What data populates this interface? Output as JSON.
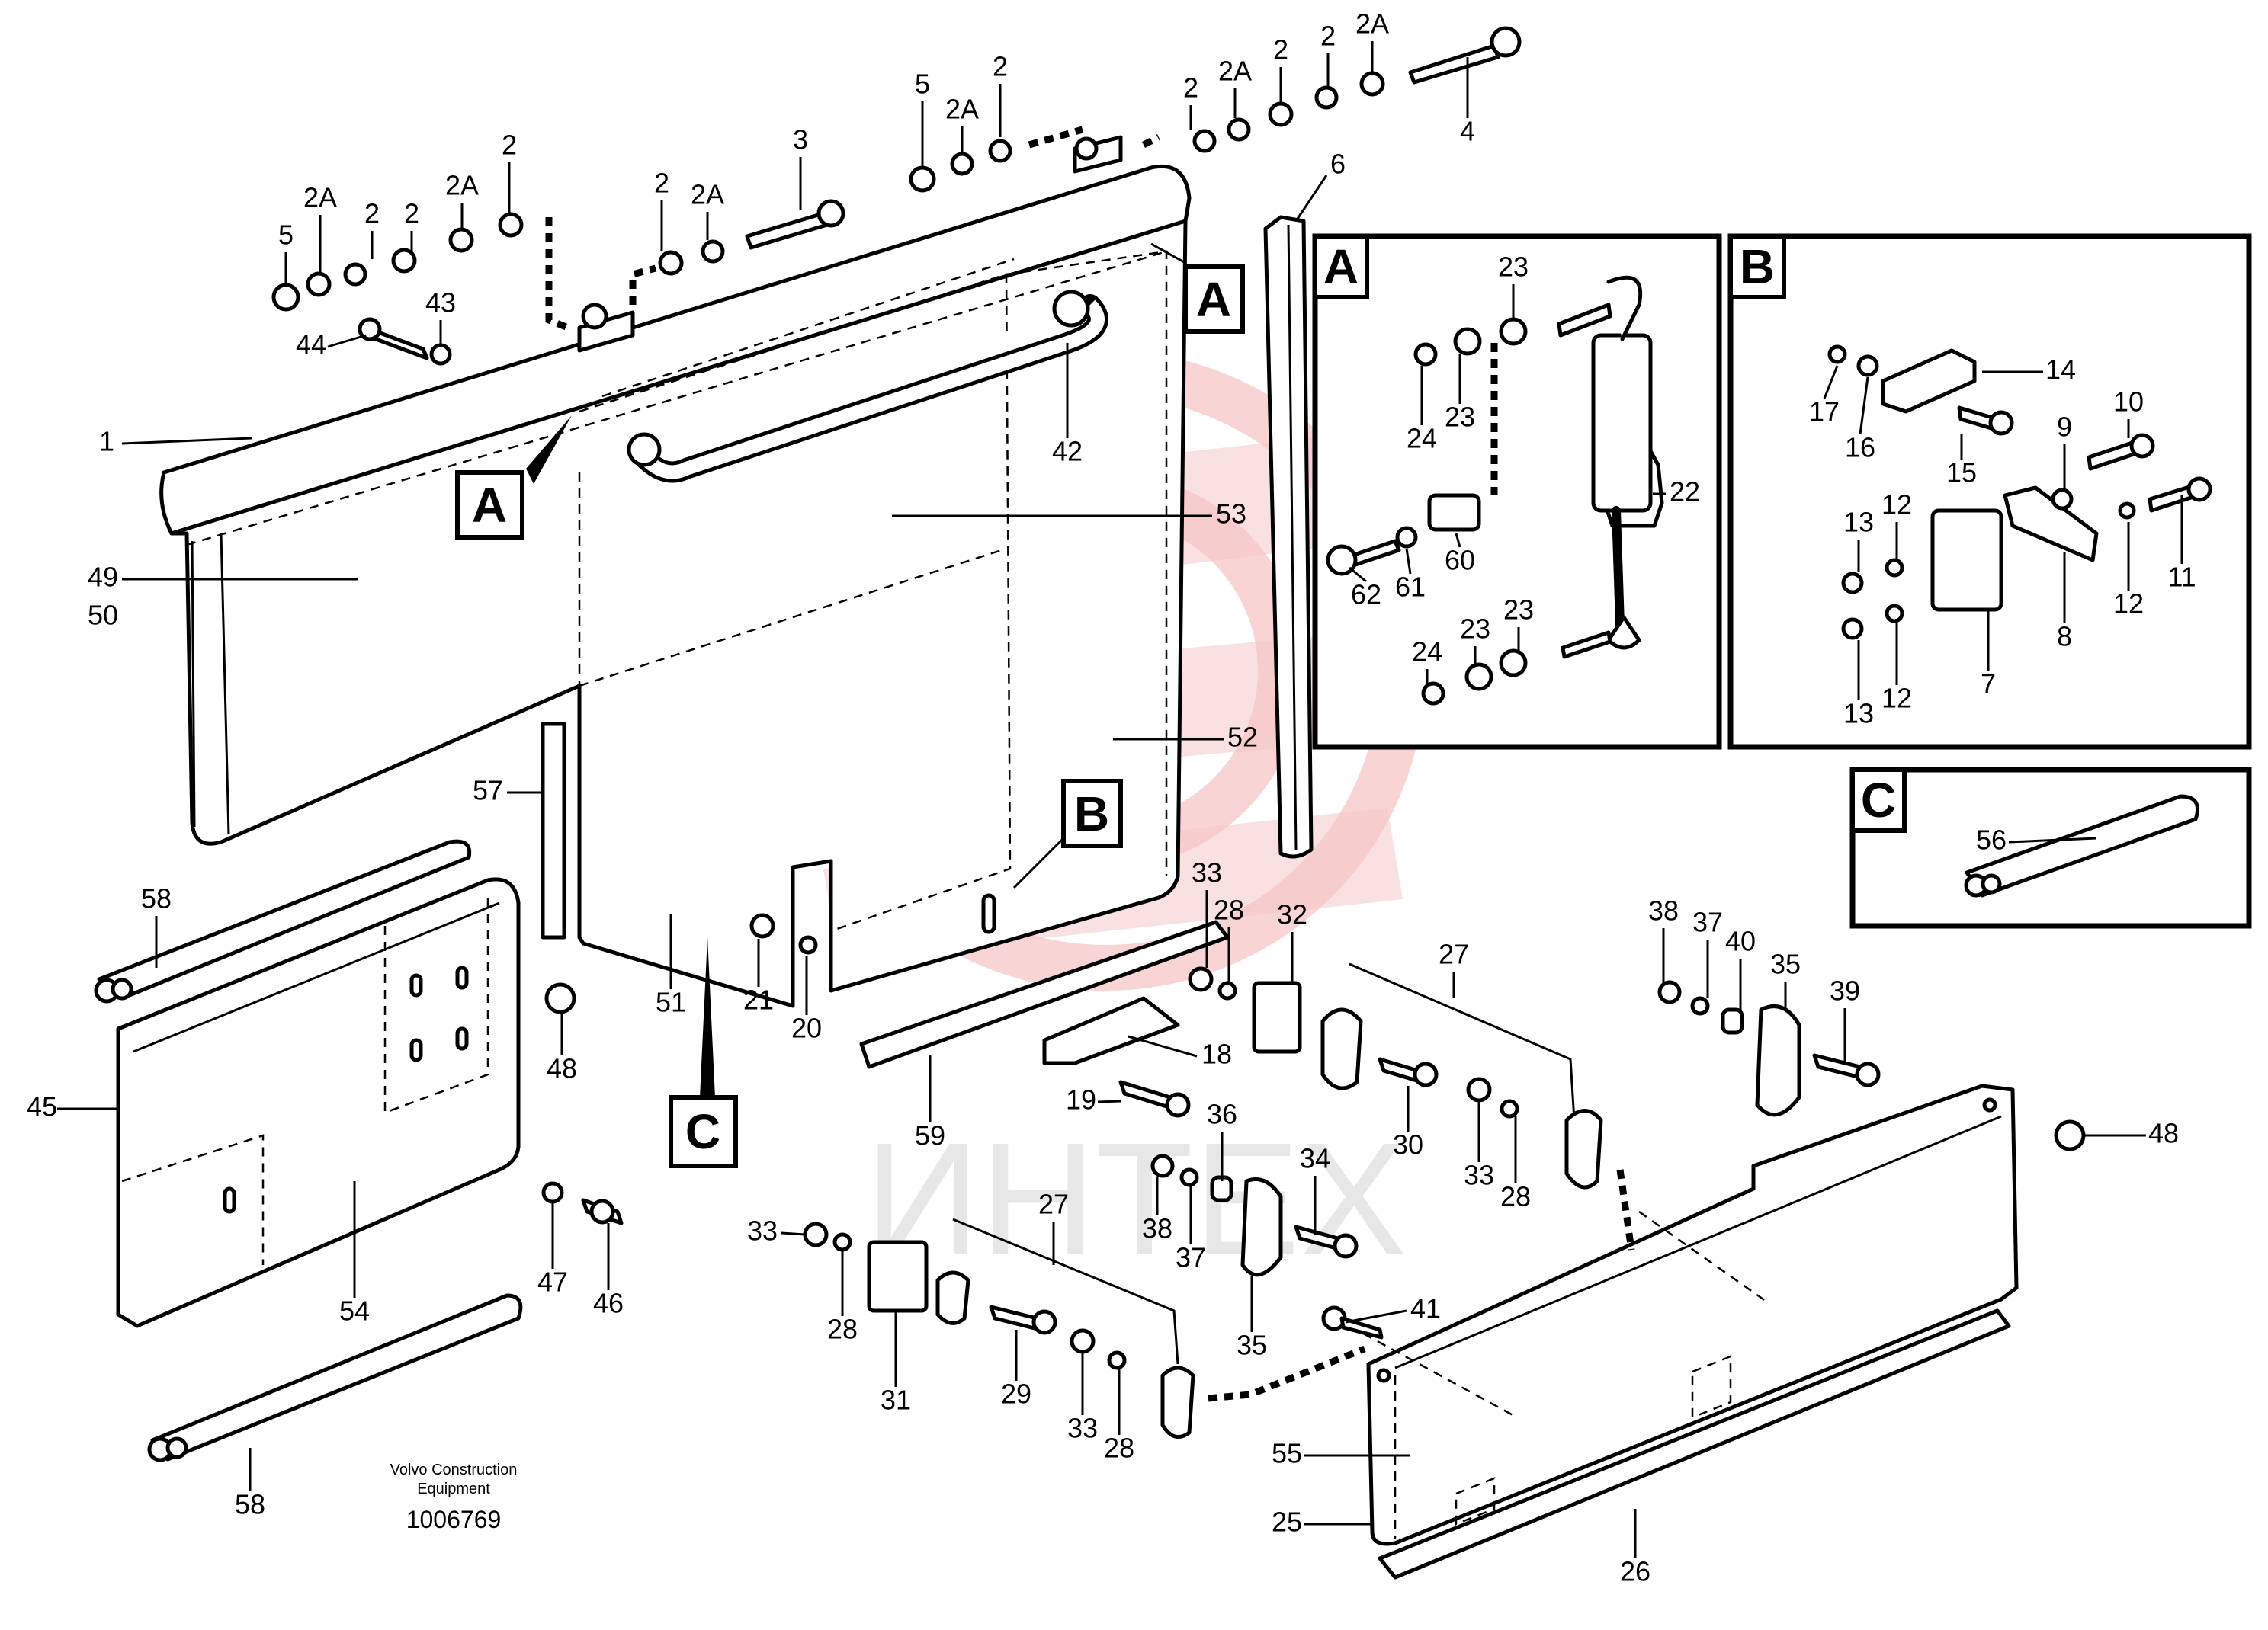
{
  "watermark": {
    "text": "ИНТЕХ",
    "color": "#f3b0b0"
  },
  "credit": {
    "line1": "Volvo Construction",
    "line2": "Equipment",
    "doc_number": "1006769"
  },
  "views": {
    "A": {
      "letter": "A"
    },
    "B": {
      "letter": "B"
    },
    "C": {
      "letter": "C"
    }
  },
  "callouts": [
    {
      "id": "c1",
      "text": "1"
    },
    {
      "id": "c2a",
      "text": "2"
    },
    {
      "id": "c2b",
      "text": "2"
    },
    {
      "id": "c2c",
      "text": "2"
    },
    {
      "id": "c2d",
      "text": "2"
    },
    {
      "id": "c2e",
      "text": "2"
    },
    {
      "id": "c2f",
      "text": "2"
    },
    {
      "id": "c2g",
      "text": "2"
    },
    {
      "id": "c2h",
      "text": "2"
    },
    {
      "id": "c2A1",
      "text": "2A"
    },
    {
      "id": "c2A2",
      "text": "2A"
    },
    {
      "id": "c2A3",
      "text": "2A"
    },
    {
      "id": "c2A4",
      "text": "2A"
    },
    {
      "id": "c2A5",
      "text": "2A"
    },
    {
      "id": "c2A6",
      "text": "2A"
    },
    {
      "id": "c3",
      "text": "3"
    },
    {
      "id": "c4",
      "text": "4"
    },
    {
      "id": "c5a",
      "text": "5"
    },
    {
      "id": "c5b",
      "text": "5"
    },
    {
      "id": "c6",
      "text": "6"
    },
    {
      "id": "c7",
      "text": "7"
    },
    {
      "id": "c8",
      "text": "8"
    },
    {
      "id": "c9",
      "text": "9"
    },
    {
      "id": "c10",
      "text": "10"
    },
    {
      "id": "c11",
      "text": "11"
    },
    {
      "id": "c12a",
      "text": "12"
    },
    {
      "id": "c12b",
      "text": "12"
    },
    {
      "id": "c12c",
      "text": "12"
    },
    {
      "id": "c13a",
      "text": "13"
    },
    {
      "id": "c13b",
      "text": "13"
    },
    {
      "id": "c14",
      "text": "14"
    },
    {
      "id": "c15",
      "text": "15"
    },
    {
      "id": "c16",
      "text": "16"
    },
    {
      "id": "c17",
      "text": "17"
    },
    {
      "id": "c18",
      "text": "18"
    },
    {
      "id": "c19",
      "text": "19"
    },
    {
      "id": "c20",
      "text": "20"
    },
    {
      "id": "c21",
      "text": "21"
    },
    {
      "id": "c22",
      "text": "22"
    },
    {
      "id": "c23a",
      "text": "23"
    },
    {
      "id": "c23b",
      "text": "23"
    },
    {
      "id": "c23c",
      "text": "23"
    },
    {
      "id": "c23d",
      "text": "23"
    },
    {
      "id": "c24a",
      "text": "24"
    },
    {
      "id": "c24b",
      "text": "24"
    },
    {
      "id": "c25",
      "text": "25"
    },
    {
      "id": "c26",
      "text": "26"
    },
    {
      "id": "c27a",
      "text": "27"
    },
    {
      "id": "c27b",
      "text": "27"
    },
    {
      "id": "c28a",
      "text": "28"
    },
    {
      "id": "c28b",
      "text": "28"
    },
    {
      "id": "c28c",
      "text": "28"
    },
    {
      "id": "c28d",
      "text": "28"
    },
    {
      "id": "c29",
      "text": "29"
    },
    {
      "id": "c30",
      "text": "30"
    },
    {
      "id": "c31",
      "text": "31"
    },
    {
      "id": "c32",
      "text": "32"
    },
    {
      "id": "c33a",
      "text": "33"
    },
    {
      "id": "c33b",
      "text": "33"
    },
    {
      "id": "c33c",
      "text": "33"
    },
    {
      "id": "c33d",
      "text": "33"
    },
    {
      "id": "c34",
      "text": "34"
    },
    {
      "id": "c35a",
      "text": "35"
    },
    {
      "id": "c35b",
      "text": "35"
    },
    {
      "id": "c36",
      "text": "36"
    },
    {
      "id": "c37a",
      "text": "37"
    },
    {
      "id": "c37b",
      "text": "37"
    },
    {
      "id": "c38a",
      "text": "38"
    },
    {
      "id": "c38b",
      "text": "38"
    },
    {
      "id": "c39",
      "text": "39"
    },
    {
      "id": "c40",
      "text": "40"
    },
    {
      "id": "c41",
      "text": "41"
    },
    {
      "id": "c42",
      "text": "42"
    },
    {
      "id": "c43",
      "text": "43"
    },
    {
      "id": "c44",
      "text": "44"
    },
    {
      "id": "c45",
      "text": "45"
    },
    {
      "id": "c46",
      "text": "46"
    },
    {
      "id": "c47",
      "text": "47"
    },
    {
      "id": "c48a",
      "text": "48"
    },
    {
      "id": "c48b",
      "text": "48"
    },
    {
      "id": "c49",
      "text": "49"
    },
    {
      "id": "c50",
      "text": "50"
    },
    {
      "id": "c51",
      "text": "51"
    },
    {
      "id": "c52",
      "text": "52"
    },
    {
      "id": "c53",
      "text": "53"
    },
    {
      "id": "c54",
      "text": "54"
    },
    {
      "id": "c55",
      "text": "55"
    },
    {
      "id": "c56",
      "text": "56"
    },
    {
      "id": "c57",
      "text": "57"
    },
    {
      "id": "c58a",
      "text": "58"
    },
    {
      "id": "c58b",
      "text": "58"
    },
    {
      "id": "c59",
      "text": "59"
    },
    {
      "id": "c60",
      "text": "60"
    },
    {
      "id": "c61",
      "text": "61"
    },
    {
      "id": "c62",
      "text": "62"
    }
  ]
}
